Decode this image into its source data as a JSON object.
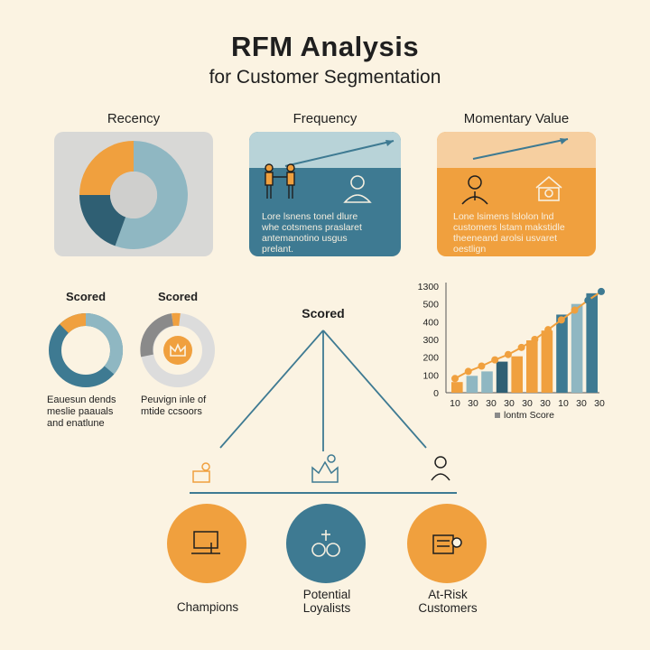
{
  "title": "RFM Analysis",
  "subtitle": "for Customer Segmentation",
  "panels": {
    "recency": {
      "heading": "Recency"
    },
    "frequency": {
      "heading": "Frequency",
      "text": [
        "Lore lsnens tonel dlure",
        "whe cotsmens praslaret",
        "antemanotino usgus",
        "prelant."
      ]
    },
    "monetary": {
      "heading": "Momentary Value",
      "text": [
        "Lone lsimens lslolon lnd",
        "customers lstam makstidle",
        "theeneand arolsi usvaret",
        "oestlign"
      ]
    }
  },
  "scored_left": {
    "heading": "Scored",
    "text": [
      "Eauesun dends",
      "meslie paauals",
      "and enatlune"
    ]
  },
  "scored_mid": {
    "heading": "Scored",
    "text": [
      "Peuvign inle of",
      "mtide ccsoors"
    ]
  },
  "tree": {
    "root_label": "Scored"
  },
  "segments": {
    "champions": "Champions",
    "loyalists": [
      "Potential",
      "Loyalists"
    ],
    "atrisk": [
      "At-Risk",
      "Customers"
    ]
  },
  "colors": {
    "orange": "#f0a03e",
    "teal": "#3e7a92",
    "lightteal": "#8fb7c2",
    "gray": "#d9d9d9",
    "darkteal": "#2f5f73"
  },
  "chart_data": {
    "type": "bar",
    "y_ticks": [
      "1300",
      "500",
      "400",
      "300",
      "200",
      "100",
      "0"
    ],
    "x_tick_labels": [
      "10",
      "30",
      "30",
      "30",
      "30",
      "30",
      "10",
      "30",
      "30"
    ],
    "legend": "lontm Score",
    "ylim": [
      0,
      600
    ],
    "bars": [
      {
        "value": 60,
        "color": "orange"
      },
      {
        "value": 95,
        "color": "lightteal"
      },
      {
        "value": 120,
        "color": "lightteal"
      },
      {
        "value": 175,
        "color": "darkteal"
      },
      {
        "value": 205,
        "color": "orange"
      },
      {
        "value": 295,
        "color": "orange"
      },
      {
        "value": 350,
        "color": "orange"
      },
      {
        "value": 440,
        "color": "teal"
      },
      {
        "value": 500,
        "color": "lightteal"
      },
      {
        "value": 560,
        "color": "teal"
      }
    ],
    "line": [
      80,
      120,
      150,
      185,
      215,
      255,
      300,
      355,
      410,
      465,
      520,
      570
    ]
  }
}
